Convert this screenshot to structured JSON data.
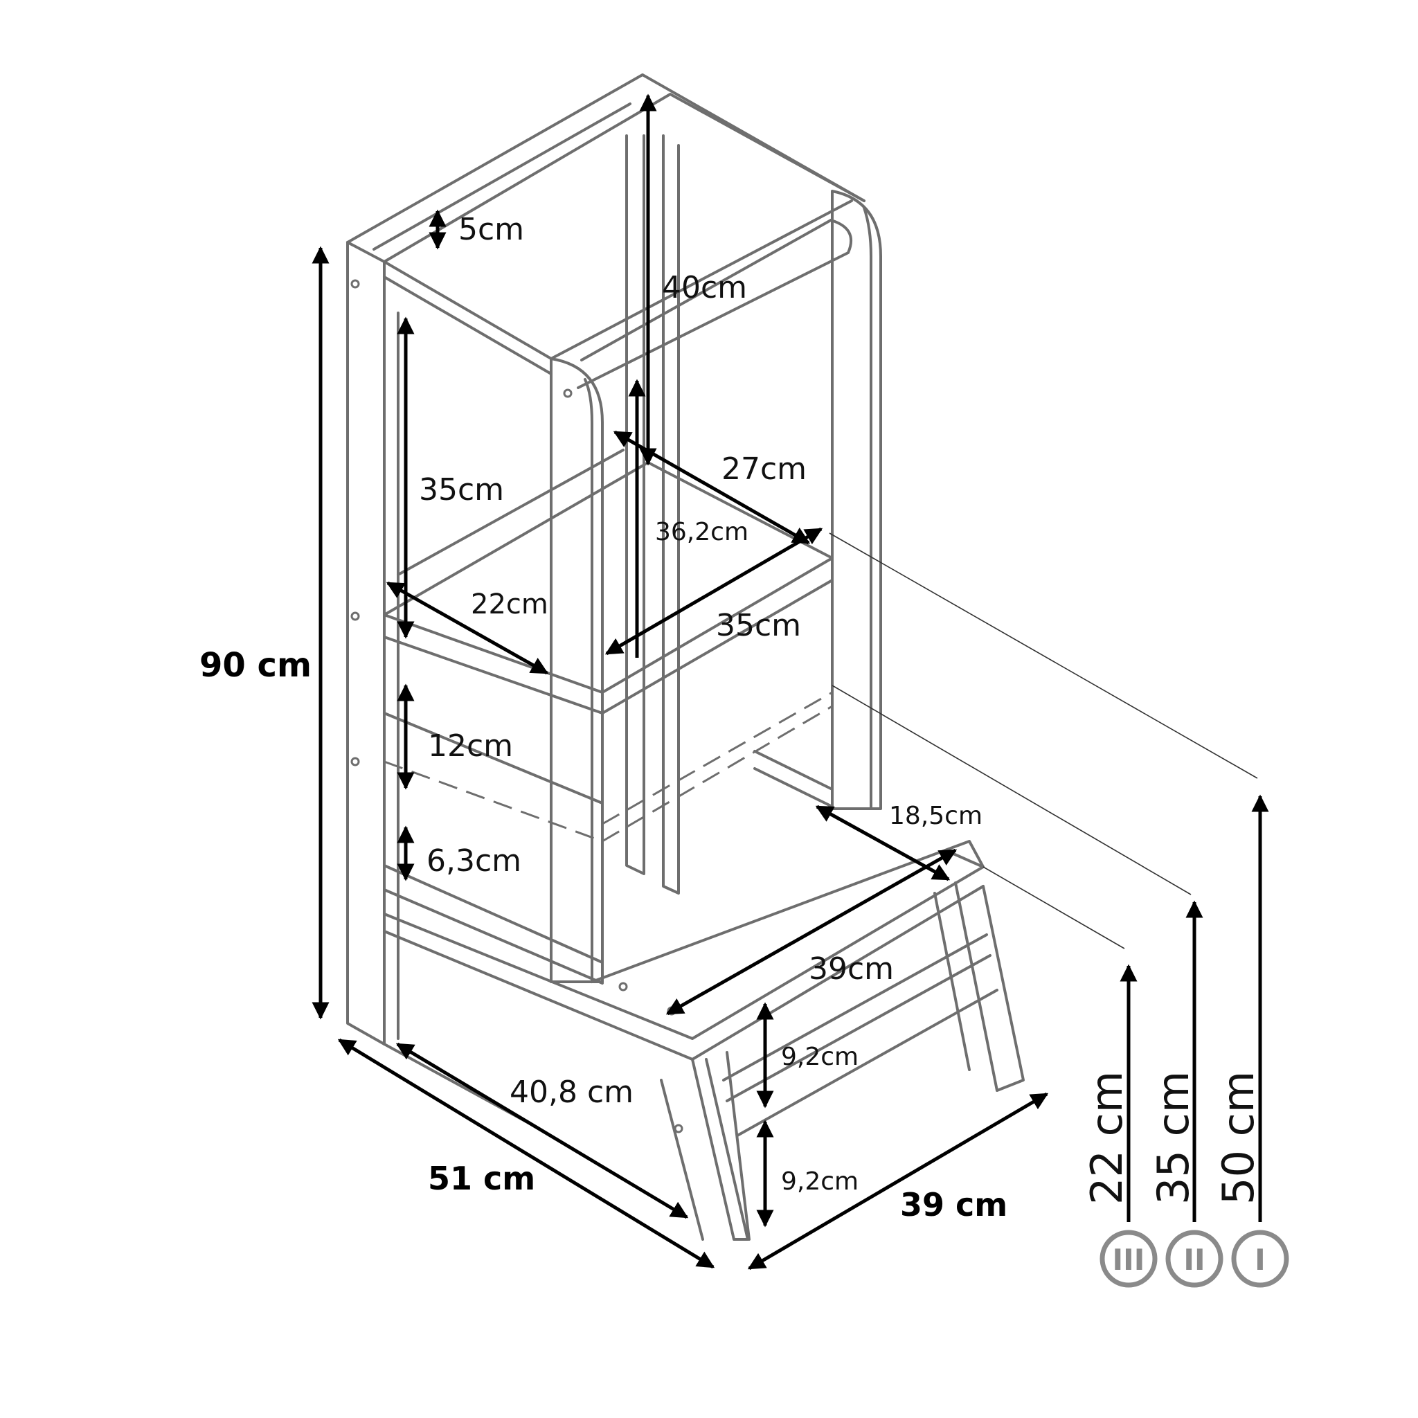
{
  "dimensions": {
    "total_height": "90 cm",
    "depth_total": "51 cm",
    "depth_inner": "40,8 cm",
    "width_total": "39 cm",
    "step_width": "39cm",
    "step_depth": "18,5cm",
    "step_height_lower": "9,2cm",
    "step_height_upper": "9,2cm",
    "top_rail": "5cm",
    "upper_opening": "40cm",
    "side_opening": "35cm",
    "platform_depth": "22cm",
    "platform_width_back": "27cm",
    "platform_diagonal": "36,2cm",
    "platform_width_front": "35cm",
    "gap_below_platform": "12cm",
    "bottom_board": "6,3cm"
  },
  "levels": [
    {
      "roman": "III",
      "height": "22 cm"
    },
    {
      "roman": "II",
      "height": "35 cm"
    },
    {
      "roman": "I",
      "height": "50 cm"
    }
  ]
}
